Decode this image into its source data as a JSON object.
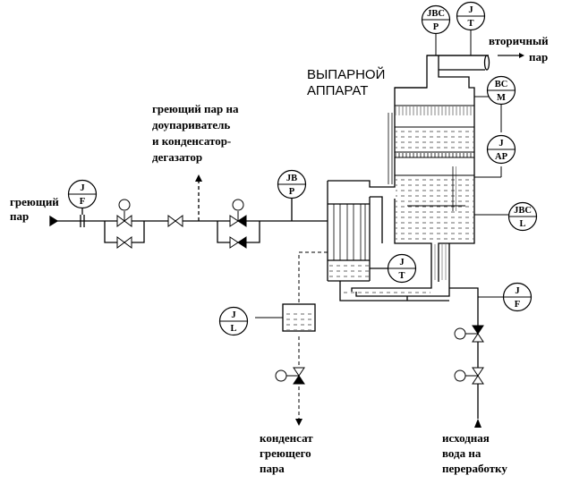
{
  "title": [
    "ВЫПАРНОЙ",
    "АППАРАТ"
  ],
  "labels": {
    "heating_steam": [
      "греющий",
      "пар"
    ],
    "to_reboiler": [
      "греющий пар на",
      "доупариватель",
      "и   конденсатор-",
      "дегазатор"
    ],
    "secondary_steam": [
      "вторичный",
      "пар"
    ],
    "condensate": [
      "конденсат",
      "греющего",
      "пара"
    ],
    "feed_water": [
      "исходная",
      "вода на",
      "переработку"
    ]
  },
  "instruments": [
    {
      "id": "jf_inlet",
      "top": "J",
      "bottom": "F"
    },
    {
      "id": "jbp_steam",
      "top": "JB",
      "bottom": "P"
    },
    {
      "id": "jbcp_top",
      "top": "JBC",
      "bottom": "P"
    },
    {
      "id": "jt_top",
      "top": "J",
      "bottom": "T"
    },
    {
      "id": "bcm",
      "top": "BC",
      "bottom": "M"
    },
    {
      "id": "jap",
      "top": "J",
      "bottom": "AP"
    },
    {
      "id": "jbcl",
      "top": "JBC",
      "bottom": "L"
    },
    {
      "id": "jt_mid",
      "top": "J",
      "bottom": "T"
    },
    {
      "id": "jl_tank",
      "top": "J",
      "bottom": "L"
    },
    {
      "id": "jf_water",
      "top": "J",
      "bottom": "F"
    }
  ]
}
